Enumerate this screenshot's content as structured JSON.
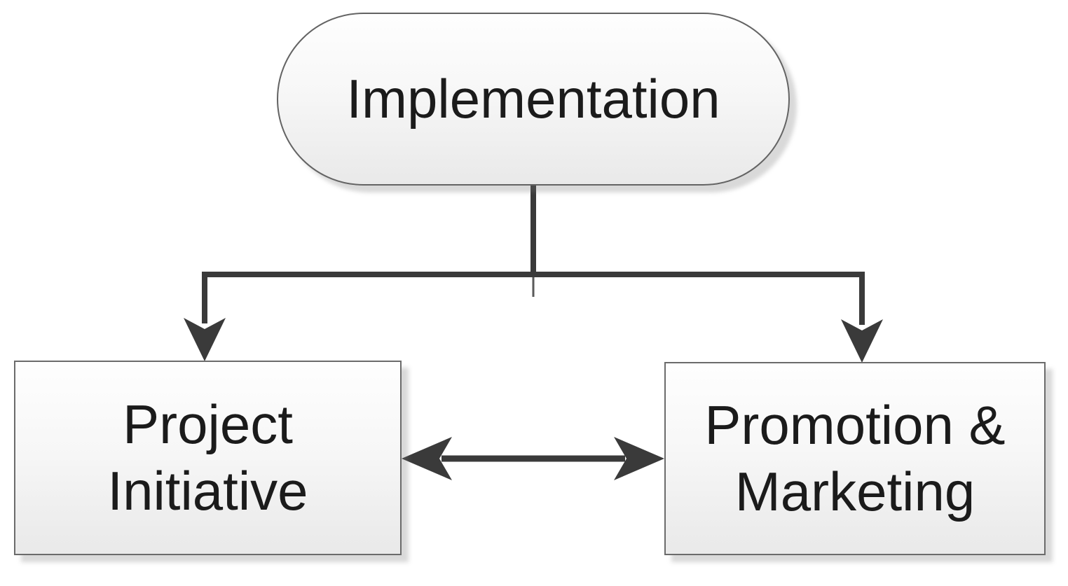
{
  "diagram": {
    "type": "flowchart",
    "background": "#ffffff",
    "nodes": {
      "implementation": {
        "label": "Implementation",
        "shape": "stadium"
      },
      "project_initiative": {
        "label": "Project Initiative",
        "shape": "rectangle"
      },
      "promotion_marketing": {
        "label": "Promotion & Marketing",
        "shape": "rectangle"
      }
    },
    "edges": [
      {
        "from": "implementation",
        "to": "project_initiative",
        "style": "elbow",
        "arrow": "single-down"
      },
      {
        "from": "implementation",
        "to": "promotion_marketing",
        "style": "elbow",
        "arrow": "single-down"
      },
      {
        "from": "project_initiative",
        "to": "promotion_marketing",
        "style": "straight",
        "arrow": "double"
      }
    ],
    "colors": {
      "connector": "#3a3a3a",
      "connector_stub": "#5a5a5a",
      "node_border": "#6b6b6b",
      "node_fill_top": "#fefefe",
      "node_fill_bottom": "#e9e9e9",
      "text": "#1b1b1b",
      "shadow": "rgba(120,120,120,0.28)"
    }
  }
}
